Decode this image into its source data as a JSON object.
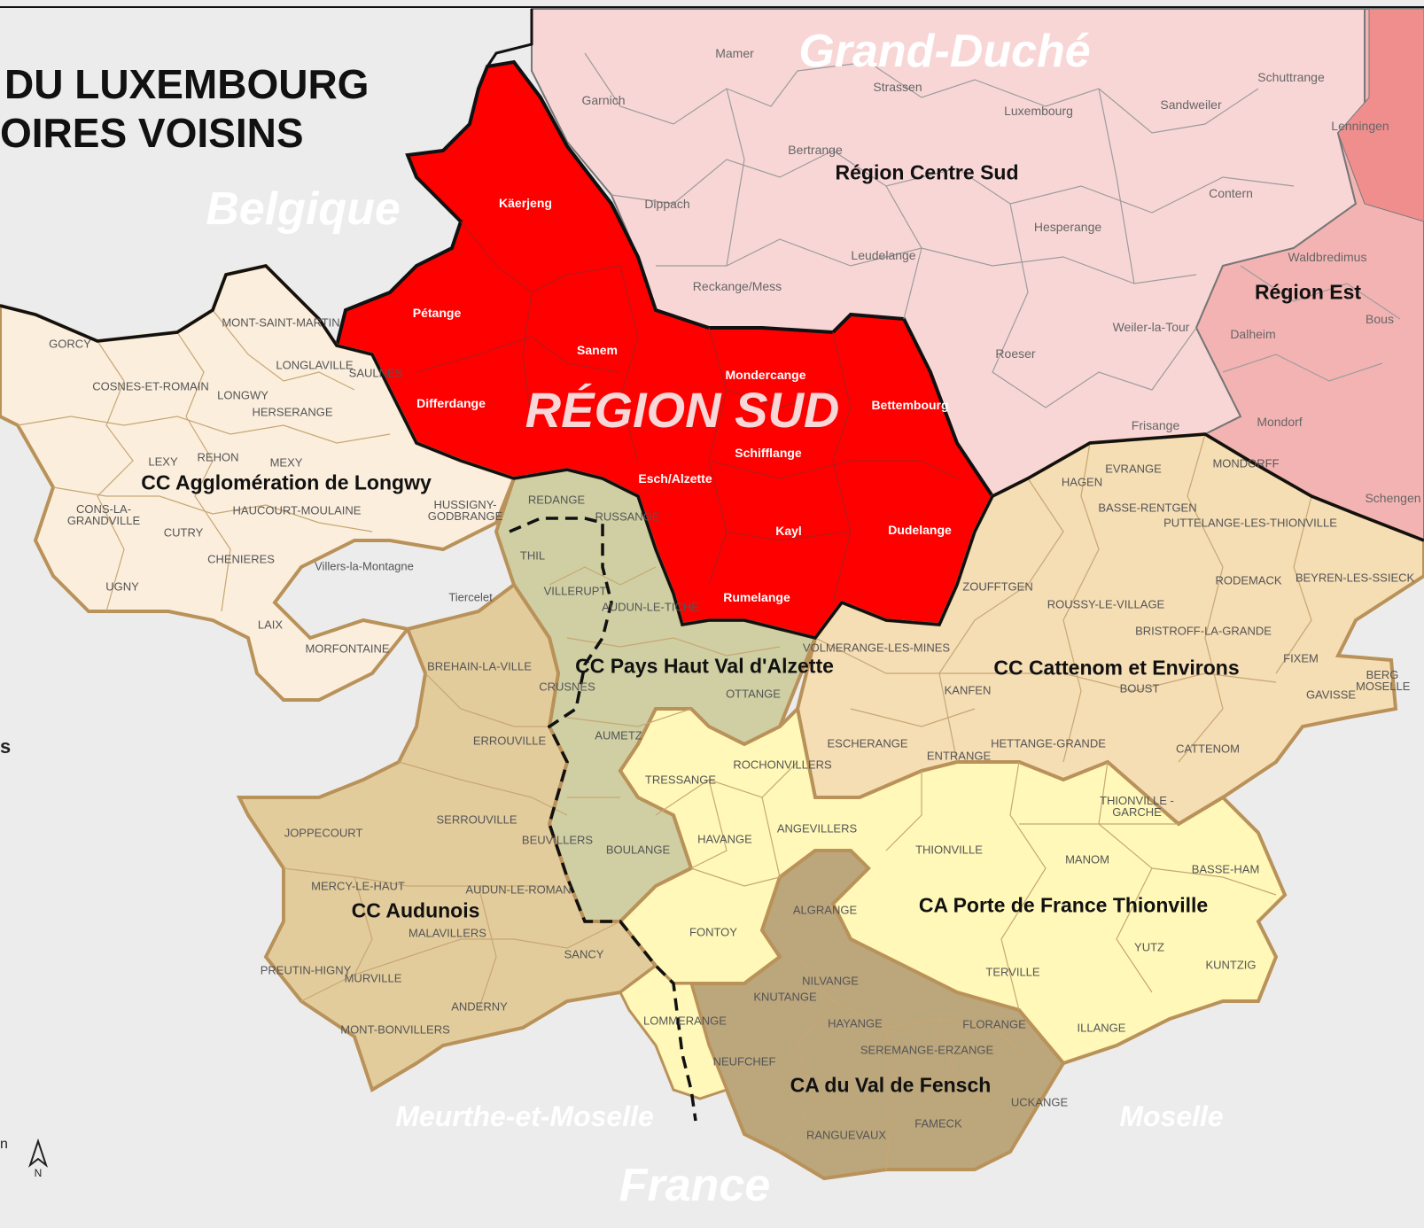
{
  "title": {
    "line1": "DU LUXEMBOURG",
    "line2": "OIRES VOISINS"
  },
  "countries": {
    "belgique": "Belgique",
    "grand_duche": "Grand-Duché",
    "france": "France",
    "meurthe": "Meurthe-et-Moselle",
    "moselle": "Moselle"
  },
  "regions": {
    "sud": "RÉGION SUD",
    "centre_sud": "Région Centre Sud",
    "est": "Région Est",
    "longwy": "CC Agglomération de Longwy",
    "pays_haut": "CC Pays Haut Val d'Alzette",
    "cattenom": "CC Cattenom et Environs",
    "audunois": "CC Audunois",
    "thionville": "CA Porte de France Thionville",
    "fensch": "CA du Val de Fensch"
  },
  "communes_lu": [
    "Mamer",
    "Strassen",
    "Garnich",
    "Luxembourg",
    "Sandweiler",
    "Schuttrange",
    "Lenningen",
    "Bertrange",
    "Dippach",
    "Contern",
    "Hesperange",
    "Leudelange",
    "Reckange/Mess",
    "Waldbredimus",
    "Bous",
    "Dalheim",
    "Weiler-la-Tour",
    "Roeser",
    "Frisange",
    "Mondorf",
    "Schengen"
  ],
  "communes_sud": [
    "Käerjeng",
    "Pétange",
    "Sanem",
    "Differdange",
    "Mondercange",
    "Bettembourg",
    "Schifflange",
    "Esch/Alzette",
    "Kayl",
    "Dudelange",
    "Rumelange"
  ],
  "communes_fr": [
    "MONT-SAINT-MARTIN",
    "GORCY",
    "LONGLAVILLE",
    "SAULNES",
    "COSNES-ET-ROMAIN",
    "LONGWY",
    "HERSERANGE",
    "LEXY",
    "REHON",
    "MEXY",
    "CONS-LA-GRANDVILLE",
    "HAUCOURT-MOULAINE",
    "HUSSIGNY-GODBRANGE",
    "CUTRY",
    "CHENIERES",
    "Villers-la-Montagne",
    "UGNY",
    "Tiercelet",
    "LAIX",
    "MORFONTAINE",
    "REDANGE",
    "RUSSANGE",
    "THIL",
    "VILLERUPT",
    "AUDUN-LE-TICHE",
    "BREHAIN-LA-VILLE",
    "CRUSNES",
    "OTTANGE",
    "VOLMERANGE-LES-MINES",
    "ERROUVILLE",
    "AUMETZ",
    "ESCHERANGE",
    "KANFEN",
    "ROCHONVILLERS",
    "TRESSANGE",
    "ENTRANGE",
    "HETTANGE-GRANDE",
    "CATTENOM",
    "SERROUVILLE",
    "BEUVILLERS",
    "BOULANGE",
    "HAVANGE",
    "ANGEVILLERS",
    "THIONVILLE",
    "JOPPECOURT",
    "MERCY-LE-HAUT",
    "AUDUN-LE-ROMAN",
    "ALGRANGE",
    "MALAVILLERS",
    "FONTOY",
    "SANCY",
    "PREUTIN-HIGNY",
    "MURVILLE",
    "NILVANGE",
    "KNUTANGE",
    "ANDERNY",
    "LOMMERANGE",
    "HAYANGE",
    "MONT-BONVILLERS",
    "NEUFCHEF",
    "SEREMANGE-ERZANGE",
    "FLORANGE",
    "UCKANGE",
    "RANGUEVAUX",
    "FAMECK",
    "HAGEN",
    "EVRANGE",
    "MONDORFF",
    "BASSE-RENTGEN",
    "PUTTELANGE-LES-THIONVILLE",
    "ZOUFFTGEN",
    "RODEMACK",
    "BEYREN-LES-SSIECK",
    "ROUSSY-LE-VILLAGE",
    "BRISTROFF-LA-GRANDE",
    "FIXEM",
    "BERG MOSELLE",
    "GAVISSE",
    "BOUST",
    "THIONVILLE - GARCHE",
    "MANOM",
    "BASSE-HAM",
    "YUTZ",
    "KUNTZIG",
    "TERVILLE",
    "ILLANGE"
  ],
  "legend": {
    "north": "N",
    "s_edge": "s",
    "n_edge": "n"
  },
  "colors": {
    "sud": "#ff0000",
    "centre_sud": "#f9d6d6",
    "est": "#f4b3b3",
    "longwy": "#fbeedd",
    "pays_haut": "#cfcfa3",
    "cattenom": "#f5ddb4",
    "audunois": "#e3cc9c",
    "thionville": "#fff8b8",
    "fensch": "#bca67c",
    "border": "#b9925a",
    "background": "#ececec"
  }
}
